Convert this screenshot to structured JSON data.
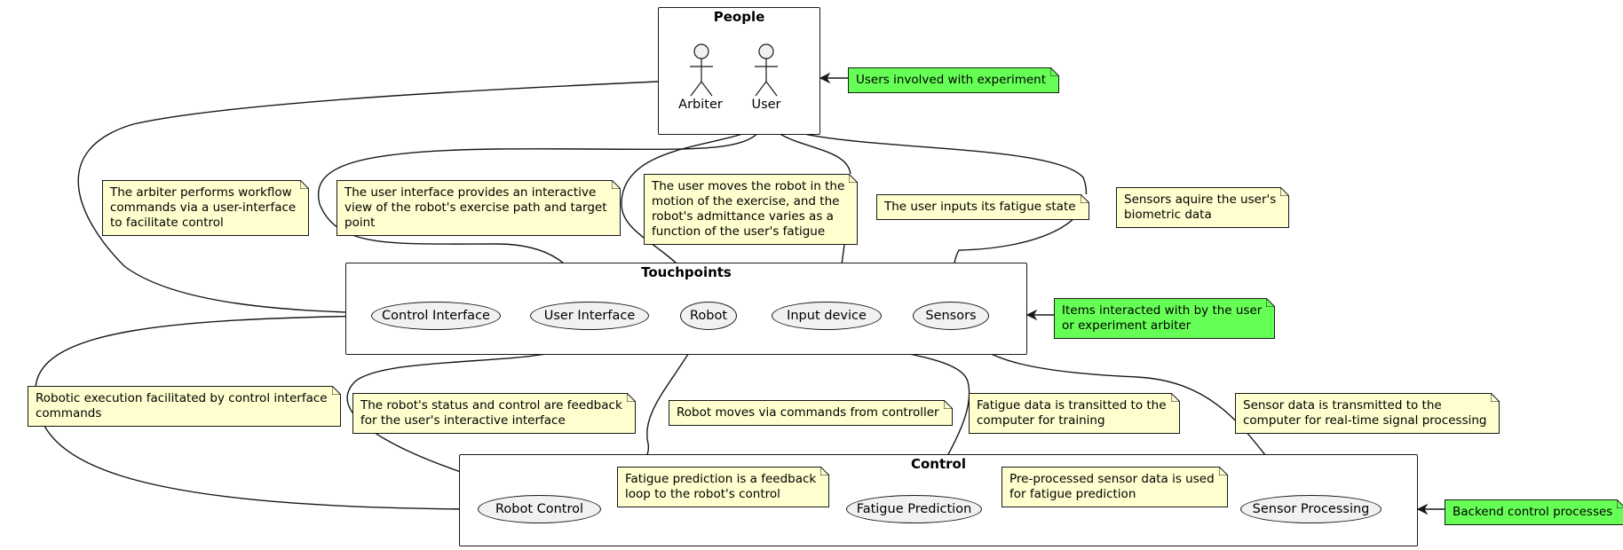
{
  "packages": {
    "people": "People",
    "touchpoints": "Touchpoints",
    "control": "Control"
  },
  "actors": {
    "arbiter": "Arbiter",
    "user": "User"
  },
  "usecases": {
    "control_interface": "Control Interface",
    "user_interface": "User Interface",
    "robot": "Robot",
    "input_device": "Input device",
    "sensors": "Sensors",
    "robot_control": "Robot Control",
    "fatigue_prediction": "Fatigue Prediction",
    "sensor_processing": "Sensor Processing"
  },
  "notes": {
    "people_group": "Users involved with experiment",
    "touchpoints_group": "Items interacted with by the user\nor experiment arbiter",
    "control_group": "Backend control processes",
    "arbiter_workflow": "The arbiter performs workflow\ncommands via a user-interface\nto facilitate control",
    "ui_view": "The user interface provides an interactive\nview of the robot's exercise path and target\npoint",
    "robot_motion": "The user moves the robot in the\nmotion of the exercise, and the\nrobot's admittance varies as a\nfunction of the user's fatigue",
    "fatigue_input": "The user inputs its fatigue state",
    "sensors_acquire": "Sensors aquire the user's\nbiometric data",
    "robotic_execution": "Robotic execution facilitated by control interface\ncommands",
    "status_feedback": "The robot's status and control are feedback\nfor the user's interactive interface",
    "robot_moves": "Robot moves via commands from controller",
    "fatigue_transmit": "Fatigue data is transitted to the\ncomputer for training",
    "sensor_transmit": "Sensor data is transmitted to the\ncomputer for real-time signal processing",
    "fatigue_feedback": "Fatigue prediction is a feedback\nloop to the robot's control",
    "preprocessed": "Pre-processed sensor data is used\nfor fatigue prediction"
  },
  "colors": {
    "group_note": "#66ff55",
    "note": "#fefece",
    "usecase": "#f1f1f1",
    "stroke": "#181818"
  }
}
